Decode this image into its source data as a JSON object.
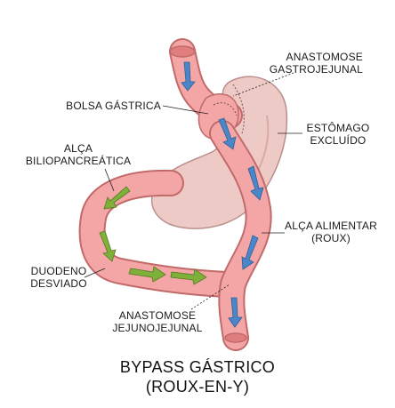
{
  "labels": {
    "anastomose_gastrojejunal": [
      "ANASTOMOSE",
      "GASTROJEJUNAL"
    ],
    "bolsa_gastrica": "BOLSA GÁSTRICA",
    "estomago_excluido": [
      "ESTÔMAGO",
      "EXCLUÍDO"
    ],
    "alca_biliopancreatica": [
      "ALÇA",
      "BILIOPANCREÁTICA"
    ],
    "alca_alimentar": [
      "ALÇA ALIMENTAR",
      "(ROUX)"
    ],
    "duodeno_desviado": [
      "DUODENO",
      "DESVIADO"
    ],
    "anastomose_jejunojejunal": [
      "ANASTOMOSE",
      "JEJUNOJEJUNAL"
    ]
  },
  "title": [
    "BYPASS GÁSTRICO",
    "(ROUX-EN-Y)"
  ],
  "colors": {
    "intestine": "#f4a6a6",
    "intestine_outline": "#c26a6a",
    "stomach": "#eecac6",
    "stomach_outline": "#b98f8b",
    "food_arrow": "#4a86c8",
    "bile_arrow": "#7fb03a"
  }
}
